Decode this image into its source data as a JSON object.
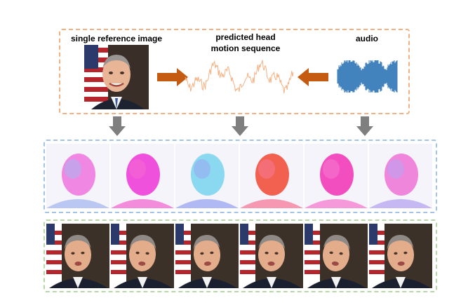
{
  "labels": {
    "reference": "single reference image",
    "motion": "predicted head\nmotion sequence",
    "audio": "audio"
  },
  "colors": {
    "top_border": "#F2B083",
    "mid_border": "#A3C4E6",
    "bottom_border": "#B7D7A8",
    "right_arrow": "#C55A11",
    "down_arrow": "#7F7F7F",
    "motion_curve": "#F4B183",
    "audio_wave": "#2E75B6"
  },
  "flow_maps": [
    {
      "fill": "#F07BE0",
      "tint": "#A6B8F0"
    },
    {
      "fill": "#F03FD8",
      "tint": "#F26AD0"
    },
    {
      "fill": "#7ED6EE",
      "tint": "#9AA6F2"
    },
    {
      "fill": "#F2503C",
      "tint": "#F57A9A"
    },
    {
      "fill": "#F23CB8",
      "tint": "#F57BCF"
    },
    {
      "fill": "#F079D8",
      "tint": "#B6A4F0"
    }
  ],
  "video_frames": [
    {
      "tilt": -2
    },
    {
      "tilt": 3
    },
    {
      "tilt": -4
    },
    {
      "tilt": 2
    },
    {
      "tilt": 5
    },
    {
      "tilt": -3
    }
  ]
}
